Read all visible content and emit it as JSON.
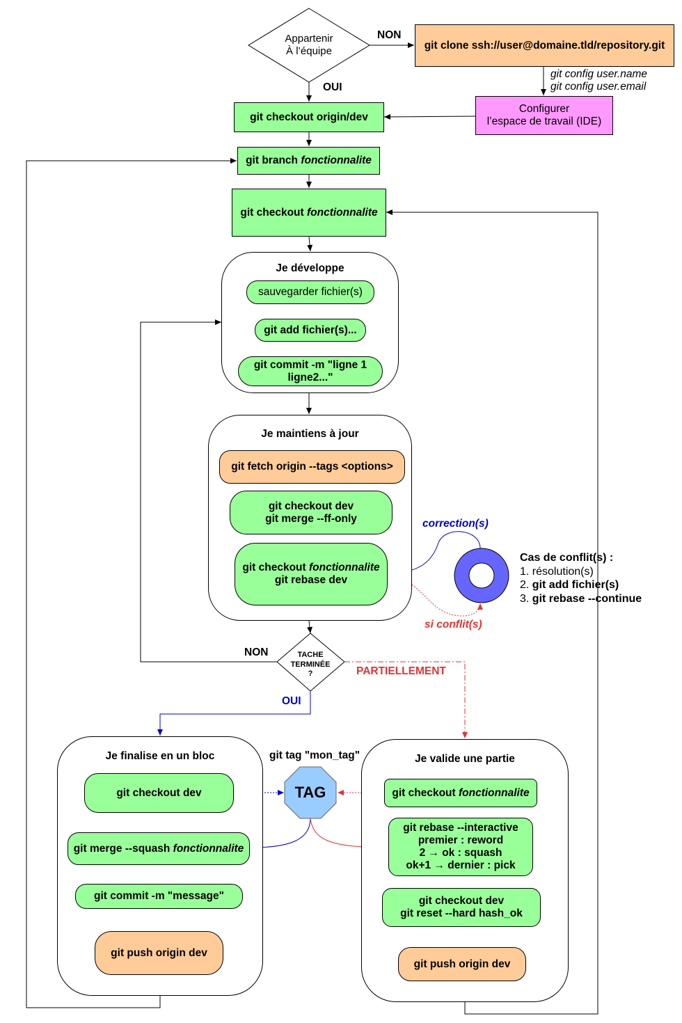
{
  "decision_team": {
    "line1": "Appartenir",
    "line2": "À l’équipe"
  },
  "label_non_top": "NON",
  "label_oui_top": "OUI",
  "clone": "git clone ssh://user@domaine.tld/repository.git",
  "config_note": {
    "line1": "git config user.name",
    "line2": "git config user.email"
  },
  "configurer": {
    "line1": "Configurer",
    "line2": "l’espace de travail (IDE)"
  },
  "checkout_origin_dev": "git checkout origin/dev",
  "branch": {
    "prefix": "git branch ",
    "name": "fonctionnalite"
  },
  "checkout_feature": {
    "prefix": "git checkout ",
    "name": "fonctionnalite"
  },
  "develop": {
    "title": "Je développe",
    "save": "sauvegarder fichier(s)",
    "add": "git add fichier(s)...",
    "commit_line1": "git commit -m \"ligne 1",
    "commit_line2": "ligne2...\""
  },
  "maintain": {
    "title": "Je maintiens à jour",
    "fetch": "git fetch origin --tags <options>",
    "merge_line1": "git checkout dev",
    "merge_line2": "git merge --ff-only",
    "rebase_prefix": "git checkout ",
    "rebase_name": "fonctionnalite",
    "rebase_line2": "git rebase dev"
  },
  "conflict": {
    "correction": "correction(s)",
    "si_conflit": "si conflit(s)",
    "title": "Cas de conflit(s) :",
    "step1": "1. résolution(s)",
    "step2_num": "2. ",
    "step2": "git add fichier(s)",
    "step3_num": "3. ",
    "step3": "git rebase --continue"
  },
  "decision_done": {
    "line1": "TACHE",
    "line2": "TERMINÉE",
    "line3": "?"
  },
  "label_non_done": "NON",
  "label_oui_done": "OUI",
  "label_partial": "PARTIELLEMENT",
  "finalize": {
    "title": "Je finalise en un bloc",
    "checkout": "git checkout dev",
    "merge_prefix": "git merge --squash ",
    "merge_name": "fonctionnalite",
    "commit": "git commit -m \"message\"",
    "push": "git push origin dev"
  },
  "tag": {
    "command": "git tag \"mon_tag\"",
    "label": "TAG"
  },
  "partial": {
    "title": "Je valide une partie",
    "checkout_prefix": "git checkout ",
    "checkout_name": "fonctionnalite",
    "rebase_line1": "git rebase --interactive",
    "rebase_line2": "premier : reword",
    "rebase_line3": "2 → ok : squash",
    "rebase_line4": "ok+1 → dernier : pick",
    "reset_line1": "git checkout dev",
    "reset_line2": "git reset --hard hash_ok",
    "push": "git push origin dev"
  },
  "colors": {
    "green": "#99ff99",
    "orange": "#ffcc99",
    "pink": "#ff99ff",
    "tag": "#99ccff",
    "ring": "#6666ff",
    "blue": "#0000cc",
    "red": "#e53333"
  }
}
